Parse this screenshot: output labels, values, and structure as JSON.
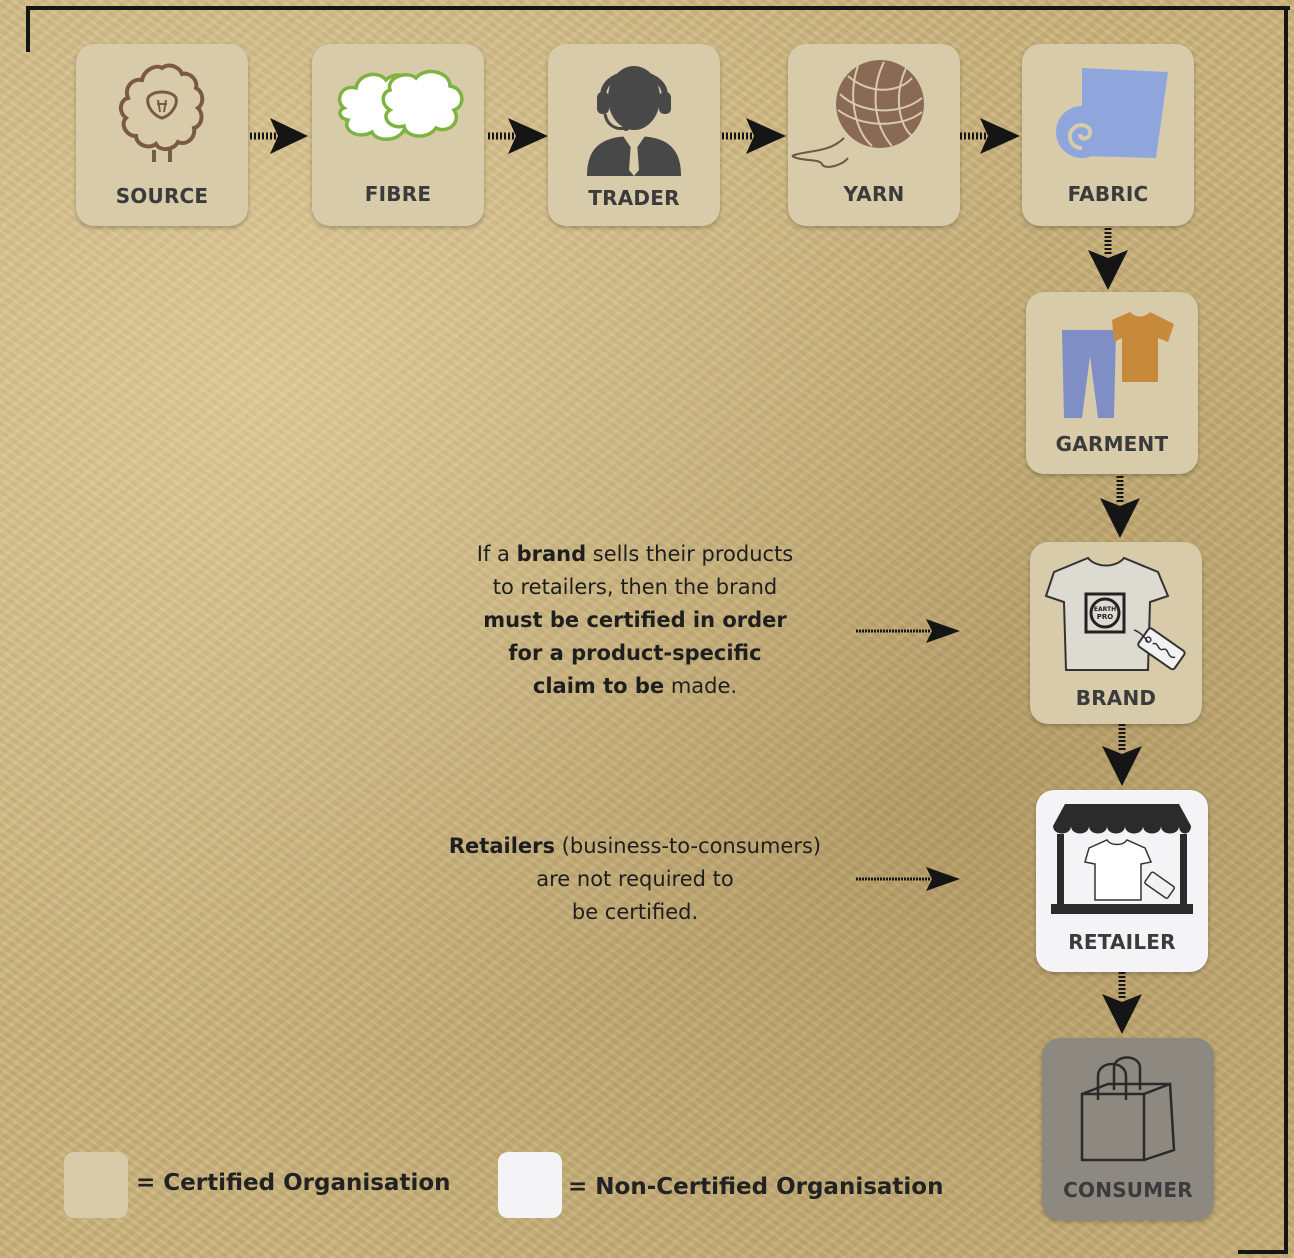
{
  "colors": {
    "certified": "#d8cbaa",
    "non_certified": "#f4f4f6",
    "consumer": "#8e8980",
    "arrow": "#151515"
  },
  "nodes": {
    "source": {
      "label": "SOURCE",
      "icon": "sheep-icon"
    },
    "fibre": {
      "label": "FIBRE",
      "icon": "cotton-cloud-icon"
    },
    "trader": {
      "label": "TRADER",
      "icon": "headset-person-icon"
    },
    "yarn": {
      "label": "YARN",
      "icon": "yarn-ball-icon"
    },
    "fabric": {
      "label": "FABRIC",
      "icon": "fabric-roll-icon"
    },
    "garment": {
      "label": "GARMENT",
      "icon": "trousers-and-shirt-icon"
    },
    "brand": {
      "label": "BRAND",
      "icon": "tshirt-with-tag-icon"
    },
    "retailer": {
      "label": "RETAILER",
      "icon": "shop-stall-icon"
    },
    "consumer": {
      "label": "CONSUMER",
      "icon": "shopping-bag-icon"
    }
  },
  "notes": {
    "brand_note": {
      "line1_pre": "If a ",
      "line1_bold": "brand",
      "line1_post": " sells their products",
      "line2": "to retailers, then the brand",
      "line3_bold": "must be certified in order",
      "line4_bold": "for a product-specific",
      "line5_bold": "claim to be",
      "line5_post": " made."
    },
    "retailer_note": {
      "line1_bold": "Retailers",
      "line1_post": " (business-to-consumers)",
      "line2": "are not required to",
      "line3": "be certified."
    }
  },
  "legend": {
    "certified": "= Certified Organisation",
    "non_certified": "= Non-Certified Organisation"
  }
}
